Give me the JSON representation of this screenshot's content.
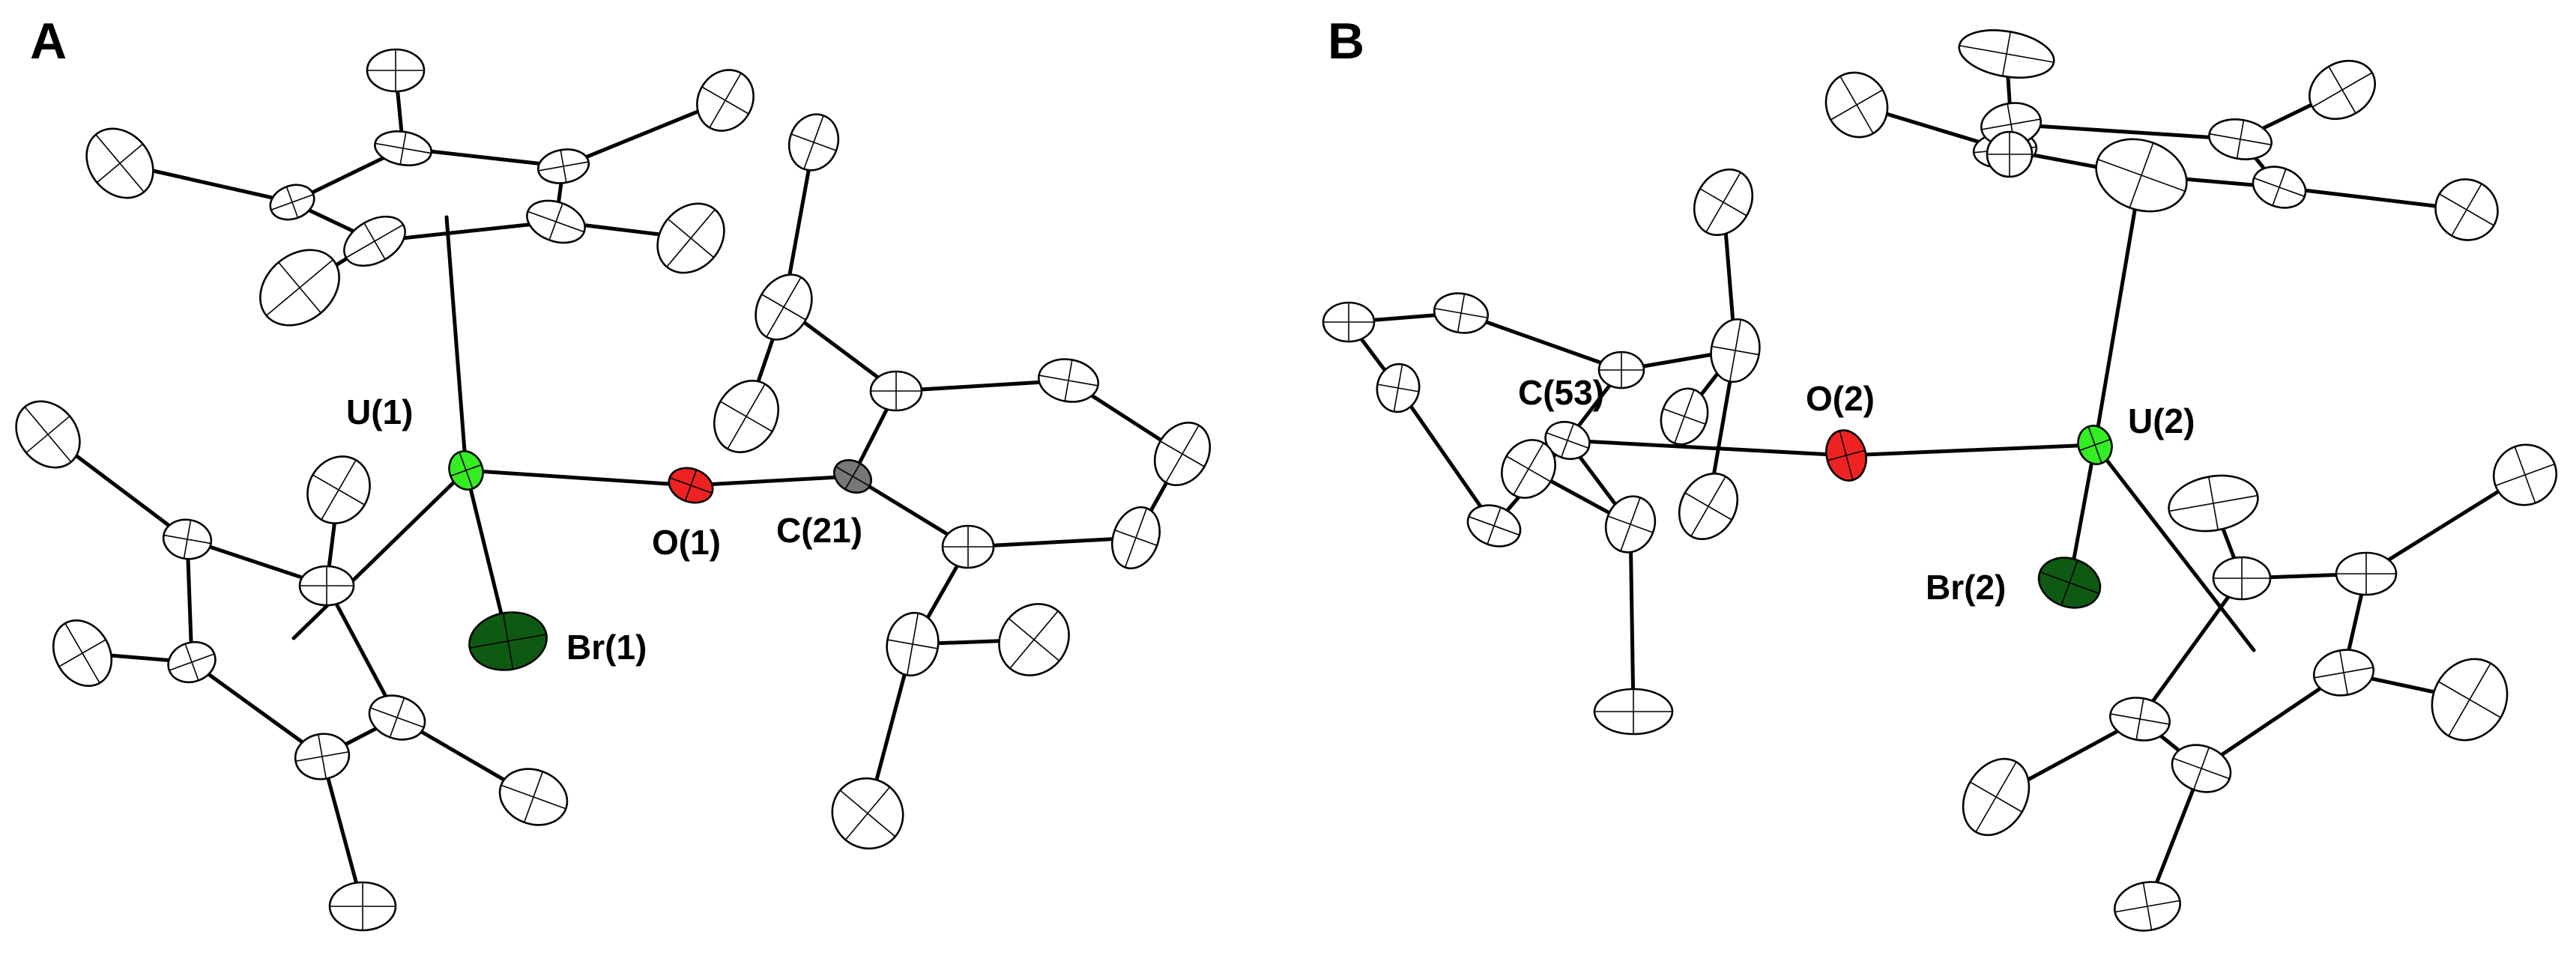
{
  "panels": [
    {
      "letter": "A",
      "labels": {
        "metal": "U(1)",
        "oxygen": "O(1)",
        "carbon": "C(21)",
        "bromine": "Br(1)"
      }
    },
    {
      "letter": "B",
      "labels": {
        "metal": "U(2)",
        "oxygen": "O(2)",
        "carbon": "C(53)",
        "bromine": "Br(2)"
      }
    }
  ],
  "colors": {
    "uranium": "#33ee22",
    "oxygen": "#ee2222",
    "bromine": "#0f5a12",
    "carbon_highlight": "#777777",
    "carbon": "#ffffff"
  }
}
